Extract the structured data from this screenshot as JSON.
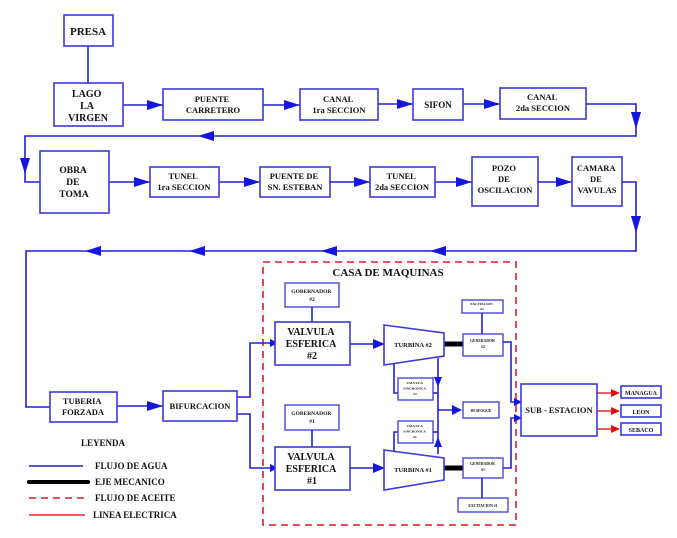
{
  "colors": {
    "water_flow": "#2020d0",
    "box_border": "#3a3ad6",
    "oil_flow": "#d81c2c",
    "electric_line": "#e82828",
    "mechanical_shaft": "#000000"
  },
  "blocks": {
    "presa": [
      "PRESA"
    ],
    "lago": [
      "LAGO",
      "LA",
      "VIRGEN"
    ],
    "puente_carretero": [
      "PUENTE",
      "CARRETERO"
    ],
    "canal_1": [
      "CANAL",
      "1ra SECCION"
    ],
    "sifon": [
      "SIFON"
    ],
    "canal_2": [
      "CANAL",
      "2da SECCION"
    ],
    "obra_toma": [
      "OBRA",
      "DE",
      "TOMA"
    ],
    "tunel_1": [
      "TUNEL",
      "1ra SECCION"
    ],
    "puente_esteban": [
      "PUENTE DE",
      "SN. ESTEBAN"
    ],
    "tunel_2": [
      "TUNEL",
      "2da SECCION"
    ],
    "pozo": [
      "POZO",
      "DE",
      "OSCILACION"
    ],
    "camara": [
      "CAMARA",
      "DE",
      "VAVULAS"
    ],
    "tuberia": [
      "TUBERIA",
      "FORZADA"
    ],
    "bifurcacion": [
      "BIFURCACION"
    ],
    "gobernador_2": [
      "GOBERNADOR",
      "#2"
    ],
    "valvula_esf_2": [
      "VALVULA",
      "ESFERICA",
      "#2"
    ],
    "turbina_2": [
      "TURBINA #2"
    ],
    "excitacion_2": [
      "EXCITACION",
      "#2"
    ],
    "generador_2": [
      "GENERADOR",
      "#2"
    ],
    "valvula_sinc_2": [
      "VALVULA",
      "SINCRONICA",
      "#2"
    ],
    "desfogue": [
      "DESFOGUE"
    ],
    "valvula_sinc_1": [
      "VALVULA",
      "SINCRONICA",
      "#1"
    ],
    "gobernador_1": [
      "GOBERNADOR",
      "#1"
    ],
    "valvula_esf_1": [
      "VALVULA",
      "ESFERICA",
      "#1"
    ],
    "turbina_1": [
      "TURBINA #1"
    ],
    "generador_1": [
      "GENERADOR",
      "#1"
    ],
    "excitacion_1": [
      "EXCITACION #1"
    ],
    "subestacion": [
      "SUB - ESTACION"
    ],
    "managua": [
      "MANAGUA"
    ],
    "leon": [
      "LEON"
    ],
    "sebaco": [
      "SEBACO"
    ]
  },
  "casa_de_maquinas": {
    "title": "CASA DE MAQUINAS"
  },
  "legend": {
    "title": "LEYENDA",
    "items": [
      {
        "label": "FLUJO DE AGUA",
        "style": "water"
      },
      {
        "label": "EJE MECANICO",
        "style": "shaft"
      },
      {
        "label": "FLUJO DE ACEITE",
        "style": "oil"
      },
      {
        "label": "LINEA ELECTRICA",
        "style": "electric"
      }
    ]
  }
}
